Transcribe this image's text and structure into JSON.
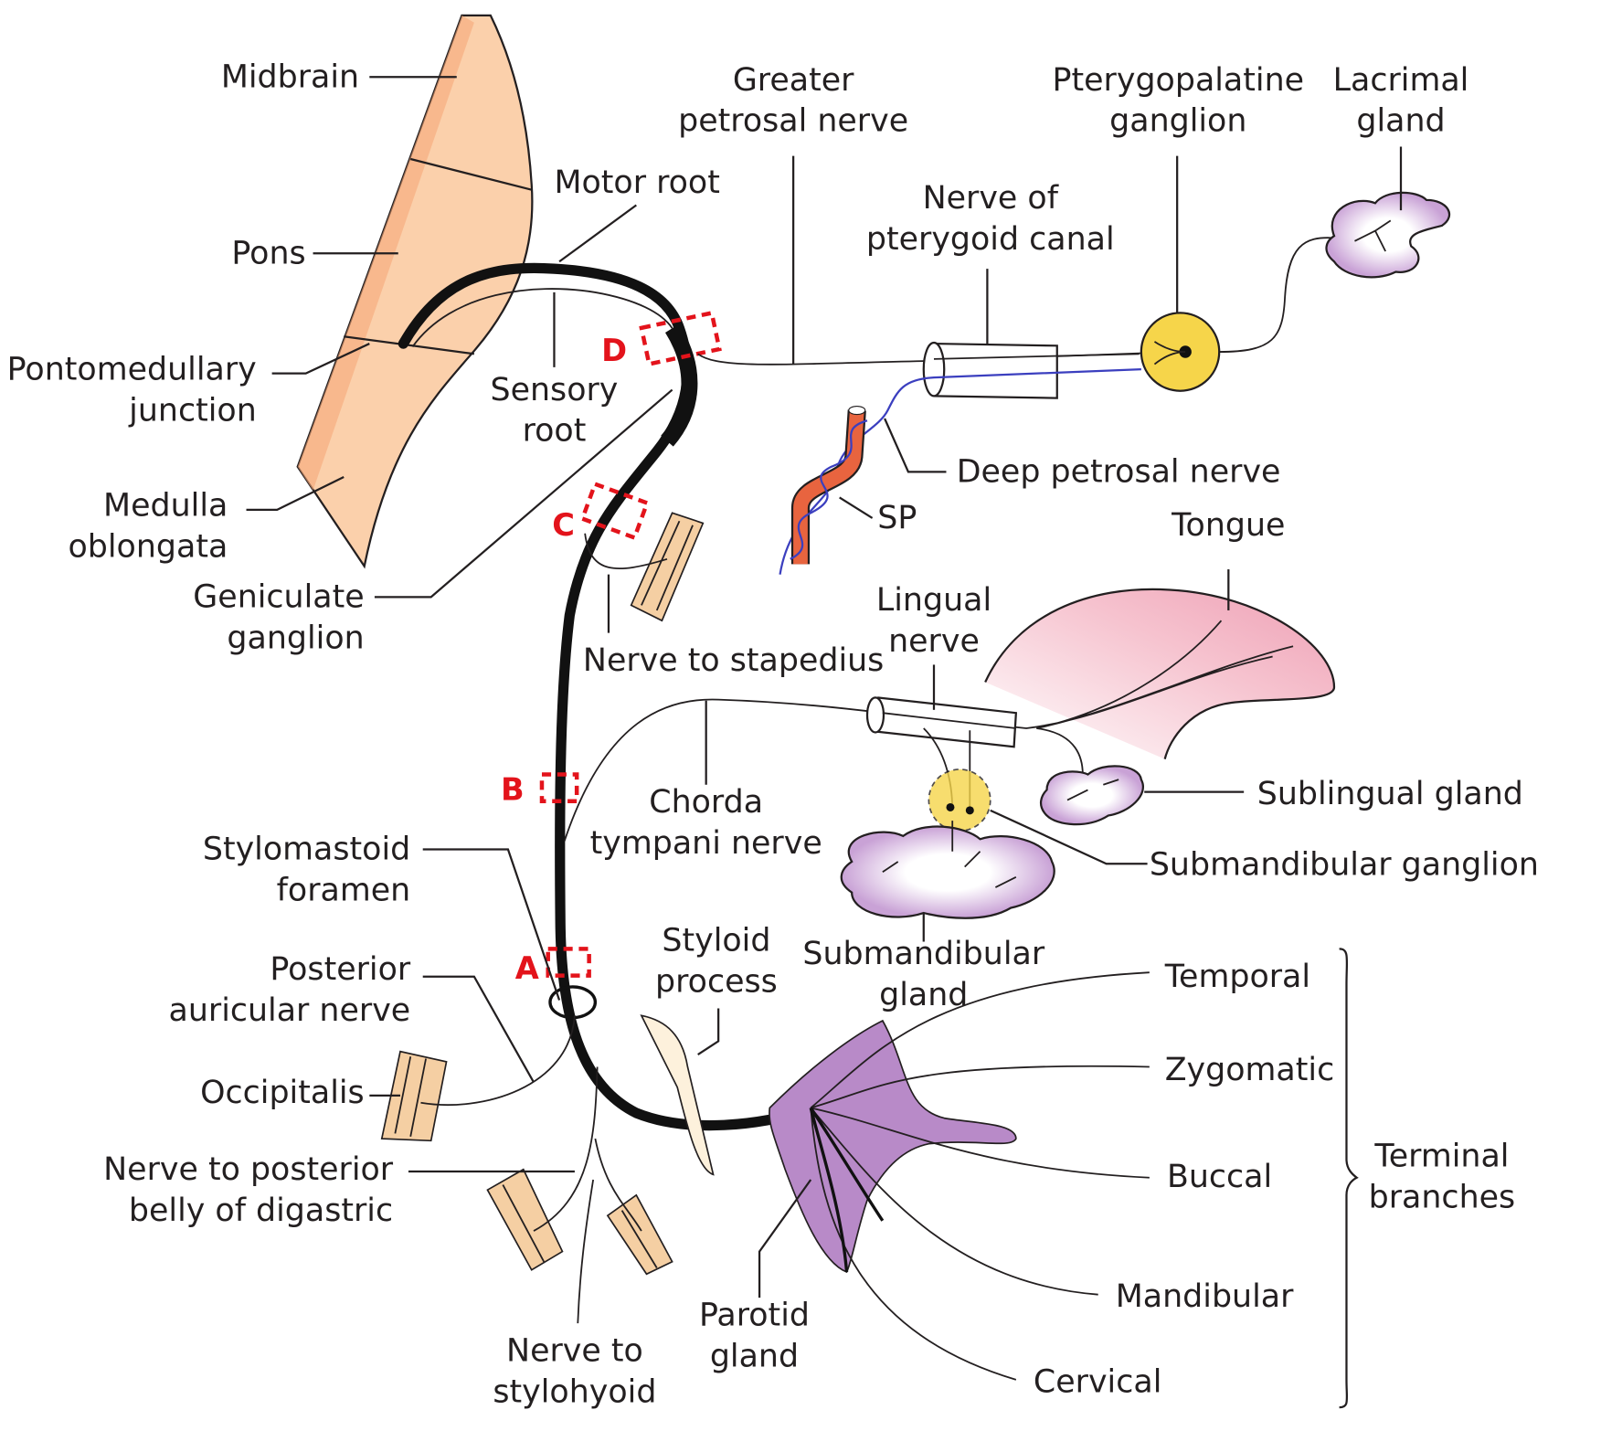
{
  "labels": {
    "midbrain": "Midbrain",
    "pons": "Pons",
    "pontomedullary": [
      "Pontomedullary",
      "junction"
    ],
    "medulla": [
      "Medulla",
      "oblongata"
    ],
    "geniculate": [
      "Geniculate",
      "ganglion"
    ],
    "motor_root": "Motor root",
    "sensory_root": [
      "Sensory",
      "root"
    ],
    "greater_petrosal": [
      "Greater",
      "petrosal nerve"
    ],
    "pterygoid_canal": [
      "Nerve of",
      "pterygoid canal"
    ],
    "pterygopalatine": [
      "Pterygopalatine",
      "ganglion"
    ],
    "lacrimal": [
      "Lacrimal",
      "gland"
    ],
    "deep_petrosal": "Deep petrosal nerve",
    "sp": "SP",
    "tongue": "Tongue",
    "lingual": [
      "Lingual",
      "nerve"
    ],
    "stapedius": "Nerve to stapedius",
    "chorda": [
      "Chorda",
      "tympani nerve"
    ],
    "sublingual": "Sublingual gland",
    "submandibular_ganglion": "Submandibular ganglion",
    "submandibular_gland": [
      "Submandibular",
      "gland"
    ],
    "stylomastoid": [
      "Stylomastoid",
      "foramen"
    ],
    "posterior_auricular": [
      "Posterior",
      "auricular nerve"
    ],
    "occipitalis": "Occipitalis",
    "digastric": [
      "Nerve to posterior",
      "belly of digastric"
    ],
    "stylohyoid": [
      "Nerve to",
      "stylohyoid"
    ],
    "styloid": [
      "Styloid",
      "process"
    ],
    "parotid": [
      "Parotid",
      "gland"
    ],
    "temporal": "Temporal",
    "zygomatic": "Zygomatic",
    "buccal": "Buccal",
    "mandibular": "Mandibular",
    "cervical": "Cervical",
    "terminal": [
      "Terminal",
      "branches"
    ]
  },
  "markers": {
    "a": "A",
    "b": "B",
    "c": "C",
    "d": "D"
  },
  "colors": {
    "brainstem": "#fbd0ab",
    "nerve": "#111111",
    "lesion_marker": "#e3131b",
    "ganglion": "#f6d54a",
    "artery": "#e8643f",
    "sympathetic_fiber": "#3b3fbf",
    "parotid": "#b88ac8",
    "tongue": "#f2a9bd",
    "muscle": "#f5cfa3"
  }
}
